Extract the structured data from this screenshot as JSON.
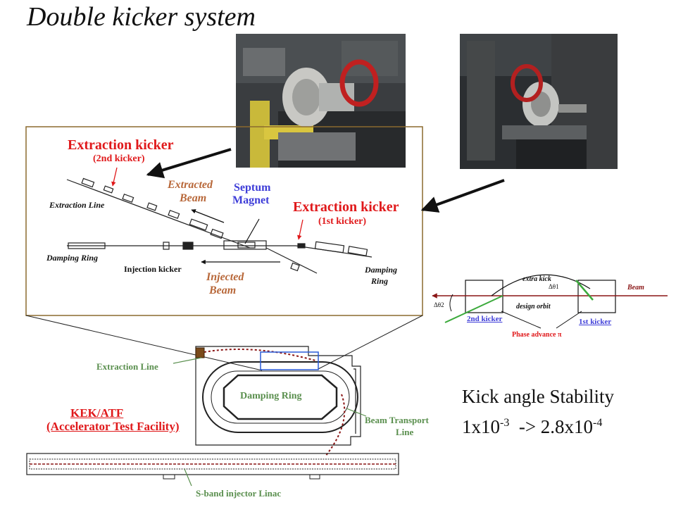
{
  "title": "Double kicker system",
  "inset": {
    "ext_kicker_2": {
      "title": "Extraction kicker",
      "sub": "(2nd kicker)"
    },
    "ext_kicker_1": {
      "title": "Extraction kicker",
      "sub": "(1st kicker)"
    },
    "extraction_line": "Extraction Line",
    "extracted_beam": [
      "Extracted",
      "Beam"
    ],
    "septum_magnet": [
      "Septum",
      "Magnet"
    ],
    "damping_ring_left": "Damping Ring",
    "injection_kicker": "Injection kicker",
    "injected_beam": [
      "Injected",
      "Beam"
    ],
    "damping_ring_right": [
      "Damping",
      "Ring"
    ]
  },
  "orbit_diagram": {
    "beam": "Beam",
    "extra_kick": "extra kick",
    "dtheta1": "Δθ1",
    "dtheta2": "Δθ2",
    "design_orbit": "design orbit",
    "kicker2": "2nd kicker",
    "kicker1": "1st kicker",
    "phase_advance": "Phase advance π"
  },
  "facility": {
    "extraction_line": "Extraction Line",
    "damping_ring": "Damping Ring",
    "beam_transport": [
      "Beam Transport",
      "Line"
    ],
    "kek_atf": "KEK/ATF",
    "accelerator_test_facility": "(Accelerator Test Facility)",
    "linac": "S-band injector Linac"
  },
  "stability": {
    "title": "Kick angle Stability",
    "before_base": "1x10",
    "before_exp": "-3",
    "arrow": "->",
    "after_base": "2.8x10",
    "after_exp": "-4"
  },
  "colors": {
    "label_red": "#e0191b",
    "label_blue": "#3e3dd8",
    "label_brown": "#b8683a",
    "label_green": "#5a8f4e",
    "inset_border": "#8b6a2e"
  }
}
